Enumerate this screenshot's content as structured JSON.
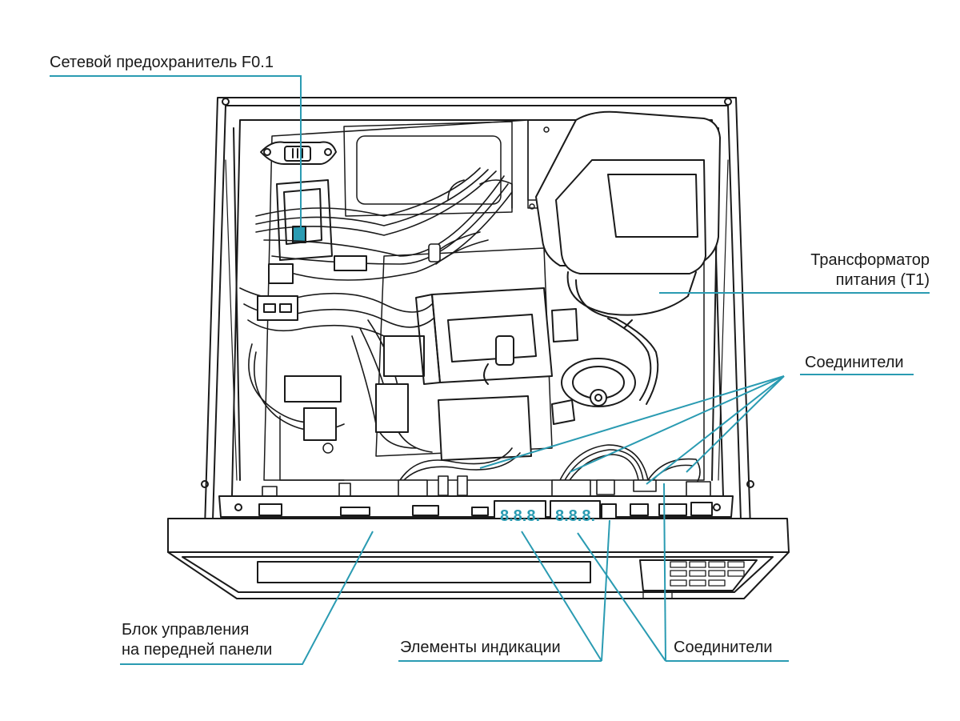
{
  "colors": {
    "callout": "#2a9bb2",
    "ink": "#1a1a1a",
    "fuse": "#2a9bb2",
    "display": "#2a9bb2",
    "paper": "#ffffff"
  },
  "labels": {
    "fuse": "Сетевой предохранитель F0.1",
    "transformer_line1": "Трансформатор",
    "transformer_line2": "питания (T1)",
    "connectors_right": "Соединители",
    "front_panel_line1": "Блок управления",
    "front_panel_line2": "на передней панели",
    "indicators": "Элементы индикации",
    "connectors_bottom": "Соединители"
  },
  "displays": [
    {
      "digits": "8.8.8."
    },
    {
      "digits": "8.8.8."
    }
  ]
}
